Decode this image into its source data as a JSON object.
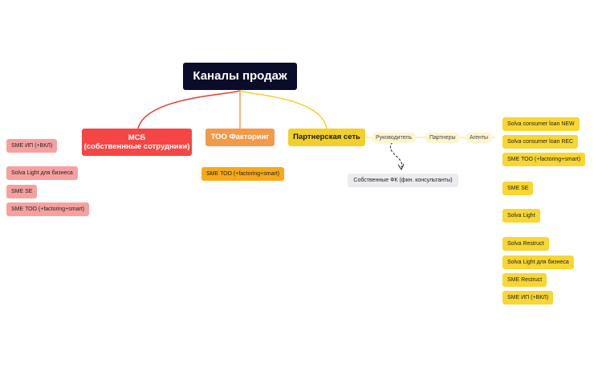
{
  "root": {
    "label": "Каналы продаж"
  },
  "branches": {
    "msb": {
      "line1": "МСБ",
      "line2": "(собственнные сотрудники)",
      "color": "#f54545"
    },
    "too": {
      "label": "ТОО Факторинг",
      "color": "#f29a4a"
    },
    "partner": {
      "label": "Партнерская сеть",
      "color": "#f2cf2a"
    }
  },
  "partner_chain": [
    "Руководитель",
    "Партнеры",
    "Агенты"
  ],
  "own_fk": "Собственные ФК (фин. консультанты)",
  "msb_leaves": [
    "SME ИП (+ВКЛ)",
    "Solva Light для бизнеса",
    "SME SE",
    "SME ТОО (+factoring+smart)"
  ],
  "too_leaves": [
    "SME ТОО (+factoring+smart)"
  ],
  "partner_leaves": [
    "Solva consumer loan NEW",
    "Solva consumer loan REC",
    "SME ТОО (+factoring+smart)",
    "SME SE",
    "Solva Light",
    "Solva Restruct",
    "Solva Light для бизнеса",
    "SME Restruct",
    "SME ИП (+ВКЛ)"
  ]
}
